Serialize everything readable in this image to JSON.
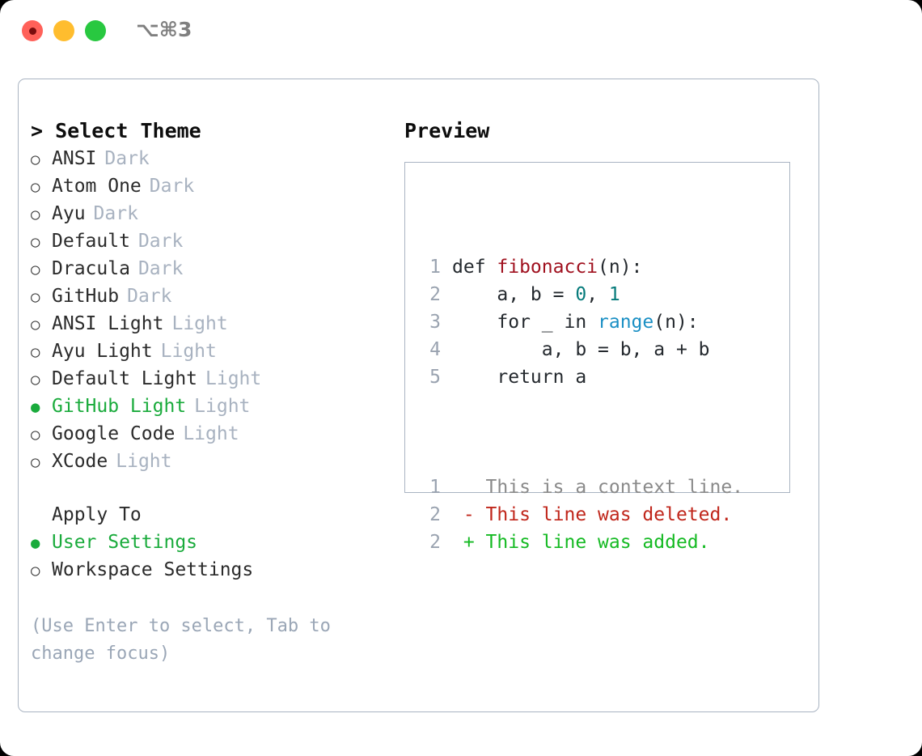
{
  "titlebar": {
    "shortcut": "⌥⌘3",
    "lights": [
      "close",
      "minimize",
      "maximize"
    ]
  },
  "theme_picker": {
    "heading": "> Select Theme",
    "marker_selected": "●",
    "marker_unselected": "○",
    "items": [
      {
        "label": "ANSI",
        "tag": "Dark",
        "selected": false
      },
      {
        "label": "Atom One",
        "tag": "Dark",
        "selected": false
      },
      {
        "label": "Ayu",
        "tag": "Dark",
        "selected": false
      },
      {
        "label": "Default",
        "tag": "Dark",
        "selected": false
      },
      {
        "label": "Dracula",
        "tag": "Dark",
        "selected": false
      },
      {
        "label": "GitHub",
        "tag": "Dark",
        "selected": false
      },
      {
        "label": "ANSI Light",
        "tag": "Light",
        "selected": false
      },
      {
        "label": "Ayu Light",
        "tag": "Light",
        "selected": false
      },
      {
        "label": "Default Light",
        "tag": "Light",
        "selected": false
      },
      {
        "label": "GitHub Light",
        "tag": "Light",
        "selected": true
      },
      {
        "label": "Google Code",
        "tag": "Light",
        "selected": false
      },
      {
        "label": "XCode",
        "tag": "Light",
        "selected": false
      }
    ]
  },
  "apply_to": {
    "heading": "Apply To",
    "items": [
      {
        "label": "User Settings",
        "selected": true
      },
      {
        "label": "Workspace Settings",
        "selected": false
      }
    ]
  },
  "hint": "(Use Enter to select, Tab to change focus)",
  "preview": {
    "heading": "Preview",
    "code_lines": [
      {
        "number": "1",
        "tokens": [
          {
            "text": "def ",
            "type": "plain"
          },
          {
            "text": "fibonacci",
            "type": "fn"
          },
          {
            "text": "(n):",
            "type": "plain"
          }
        ]
      },
      {
        "number": "2",
        "tokens": [
          {
            "text": "    a, b = ",
            "type": "plain"
          },
          {
            "text": "0",
            "type": "num"
          },
          {
            "text": ", ",
            "type": "plain"
          },
          {
            "text": "1",
            "type": "num"
          }
        ]
      },
      {
        "number": "3",
        "tokens": [
          {
            "text": "    for _ in ",
            "type": "plain"
          },
          {
            "text": "range",
            "type": "call"
          },
          {
            "text": "(n):",
            "type": "plain"
          }
        ]
      },
      {
        "number": "4",
        "tokens": [
          {
            "text": "        a, b = b, a + b",
            "type": "plain"
          }
        ]
      },
      {
        "number": "5",
        "tokens": [
          {
            "text": "    return a",
            "type": "plain"
          }
        ]
      }
    ],
    "diff_lines": [
      {
        "number": "1",
        "sign": " ",
        "text": "This is a context line.",
        "kind": "context"
      },
      {
        "number": "2",
        "sign": "-",
        "text": "This line was deleted.",
        "kind": "deleted"
      },
      {
        "number": "2",
        "sign": "+",
        "text": "This line was added.",
        "kind": "added"
      }
    ]
  },
  "colors": {
    "accent_green": "#1aab3c",
    "added_green": "#15ba23",
    "deleted_red": "#c0261b",
    "function_red": "#a0111f",
    "number_teal": "#067b7b",
    "call_blue": "#1a8fc4",
    "muted": "#a8b2c0",
    "border": "#a9b4c2"
  }
}
